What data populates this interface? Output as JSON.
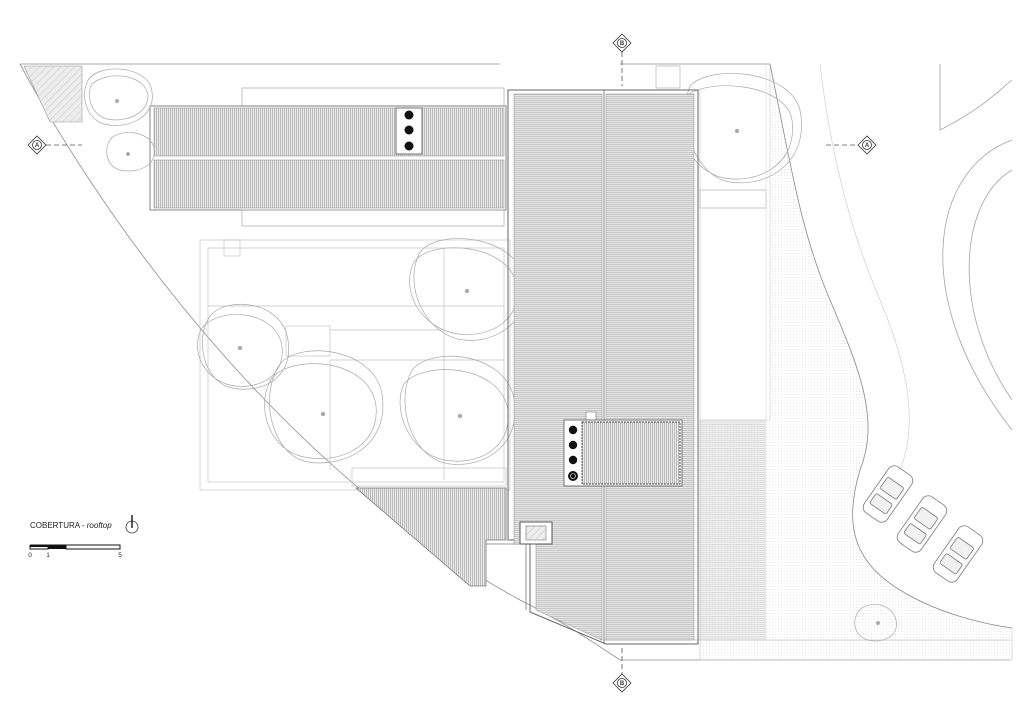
{
  "drawing": {
    "title": "COBERTURA",
    "subtitle": "rooftop",
    "title_separator": " - "
  },
  "scale_bar": {
    "labels": [
      "0",
      "1",
      "5"
    ]
  },
  "section_markers": {
    "a_left": "A",
    "a_right": "A",
    "b_top": "B",
    "b_bottom": "B"
  },
  "colors": {
    "line": "#9a9a9a",
    "roof_fill": "#e2e2e2",
    "hatch": "#b5b5b5",
    "dark": "#111111"
  }
}
